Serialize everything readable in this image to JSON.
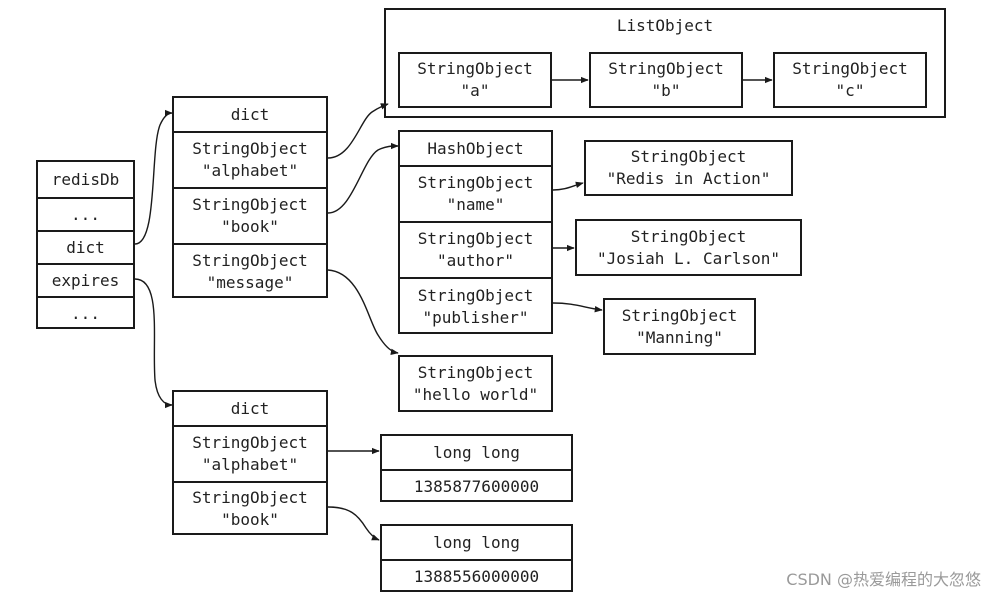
{
  "redisdb": {
    "title": "redisDb",
    "ellipsis_top": "...",
    "dict": "dict",
    "expires": "expires",
    "ellipsis_bottom": "..."
  },
  "dict_main": {
    "header": "dict",
    "entries": [
      {
        "type": "StringObject",
        "key": "\"alphabet\""
      },
      {
        "type": "StringObject",
        "key": "\"book\""
      },
      {
        "type": "StringObject",
        "key": "\"message\""
      }
    ]
  },
  "list_object": {
    "title": "ListObject",
    "items": [
      {
        "type": "StringObject",
        "value": "\"a\""
      },
      {
        "type": "StringObject",
        "value": "\"b\""
      },
      {
        "type": "StringObject",
        "value": "\"c\""
      }
    ]
  },
  "hash_object": {
    "header": "HashObject",
    "fields": [
      {
        "type": "StringObject",
        "key": "\"name\""
      },
      {
        "type": "StringObject",
        "key": "\"author\""
      },
      {
        "type": "StringObject",
        "key": "\"publisher\""
      }
    ]
  },
  "hash_values": [
    {
      "type": "StringObject",
      "value": "\"Redis in Action\""
    },
    {
      "type": "StringObject",
      "value": "\"Josiah L. Carlson\""
    },
    {
      "type": "StringObject",
      "value": "\"Manning\""
    }
  ],
  "message_value": {
    "type": "StringObject",
    "value": "\"hello world\""
  },
  "dict_expires": {
    "header": "dict",
    "entries": [
      {
        "type": "StringObject",
        "key": "\"alphabet\""
      },
      {
        "type": "StringObject",
        "key": "\"book\""
      }
    ]
  },
  "expire_values": [
    {
      "type": "long long",
      "value": "1385877600000"
    },
    {
      "type": "long long",
      "value": "1388556000000"
    }
  ],
  "watermark": "CSDN @热爱编程的大忽悠"
}
